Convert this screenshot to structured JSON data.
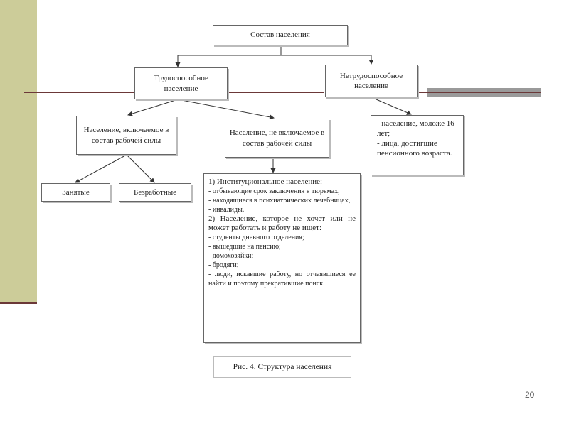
{
  "slide": {
    "page_number": "20"
  },
  "diagram": {
    "root": "Состав населения",
    "able_bodied": "Трудоспособное население",
    "not_able_bodied": "Нетрудоспособное население",
    "labor_force": "Население, включаемое в состав рабочей силы",
    "not_labor_force": "Население, не включаемое в состав рабочей силы",
    "employed": "Занятые",
    "unemployed": "Безработные",
    "not_able_bodied_items": [
      "- население, моложе 16 лет;",
      "- лица, достигшие пенсионного возраста."
    ],
    "institutional_header": "1) Институциональное население:",
    "institutional_items": [
      "- отбывающие срок заключения в тюрьмах,",
      "- находящиеся в психиатрических лечебницах,",
      "- инвалиды."
    ],
    "not_seeking_header": "2) Население, которое не хочет или не может работать и работу не ищет:",
    "not_seeking_items": [
      "- студенты дневного отделения;",
      "- вышедшие на пенсию;",
      "- домохозяйки;",
      "- бродяги;",
      "- люди, искавшие работу, но отчаявшиеся ее найти и поэтому прекратившие поиск."
    ],
    "caption": "Рис. 4. Структура населения"
  }
}
